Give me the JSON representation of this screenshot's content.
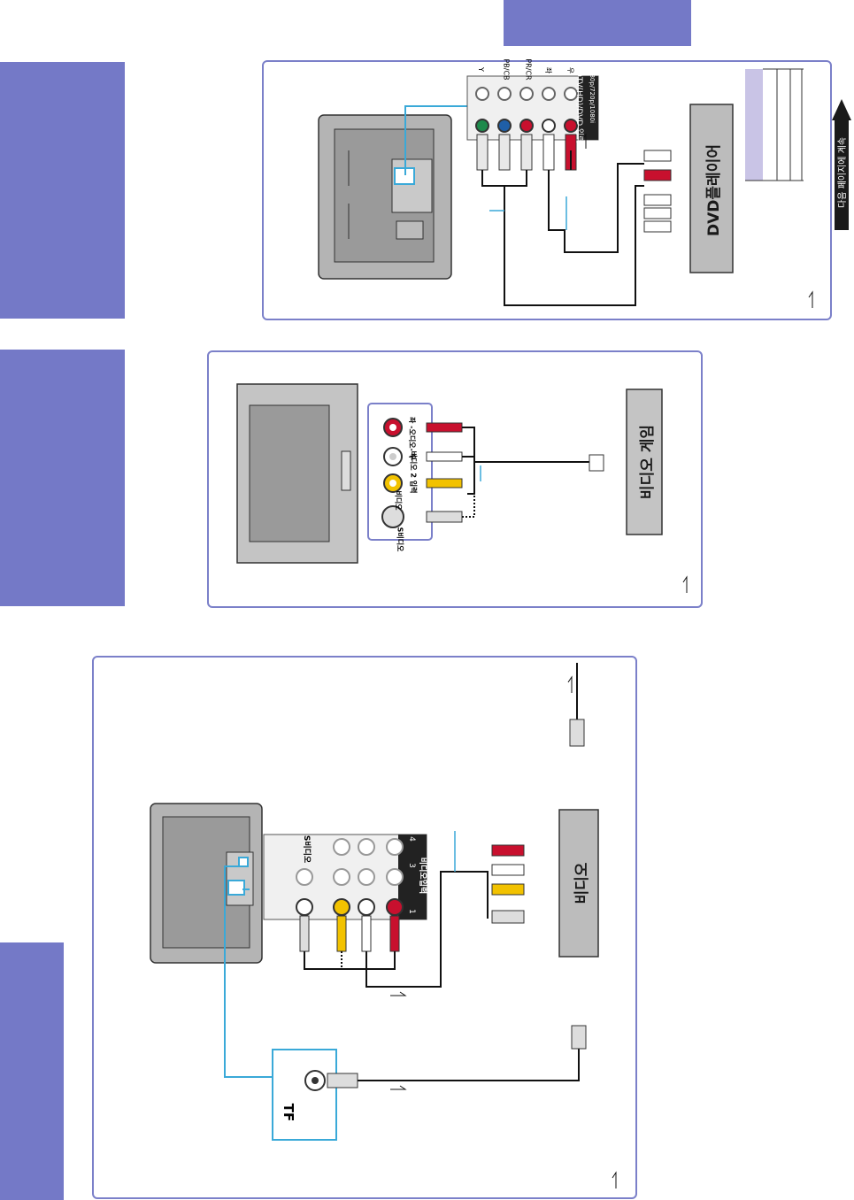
{
  "labels": {
    "dvd_input_header": "DTV(HD)/DVD 입력",
    "dvd_input_sub": "480p/720p/1080i",
    "y": "Y",
    "pb_cb": "PB/CB",
    "pr_cr": "PR/CR",
    "left": "좌",
    "right": "우",
    "dvd_player": "DVD플레이어",
    "video_game": "비디오 게임",
    "s_video": "S비디오",
    "video2_input_a": "비디오",
    "video2_input_b": "비디오 2 입력",
    "audio_lr": "좌 -오디오- 우",
    "video_output": "비디오입력",
    "video_device": "비디오",
    "antenna": "TF",
    "next_page": "다음 페이지에 계속",
    "port_num_1": "1",
    "port_num_3": "3",
    "port_num_4": "4"
  },
  "colors": {
    "tab": "#7479c7",
    "panel_border": "#7b80c9",
    "cable_blue": "#3aa9d8",
    "red": "#c8102e",
    "green": "#1e8a4c",
    "blue": "#1f5fa8",
    "yellow": "#f2c200"
  }
}
